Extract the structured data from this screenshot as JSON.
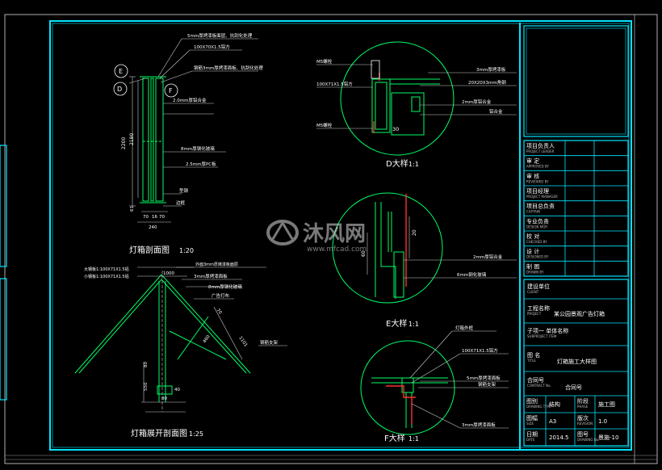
{
  "colors": {
    "background": "#000000",
    "frame": "#00e5ff",
    "geometry": "#00ff66",
    "text": "#ffffff",
    "accent": "#ff3030",
    "dimension": "#aaaaaa"
  },
  "watermark": {
    "brand": "沐风网",
    "url": "www.mfcad.com"
  },
  "section1": {
    "title": "灯箱剖面图",
    "scale": "1:20",
    "callouts": [
      "5mm厚烤漆板面层、抗刮化处理",
      "100X70X1.5铝方",
      "钢筋3mm厚烤漆面板、抗刮化处理",
      "2.0mm厚铝合金",
      "8mm厚钢化玻璃",
      "2.5mm厚PC板",
      "型钢",
      "边框"
    ],
    "tags": {
      "E": "E",
      "D": "D",
      "F": "F"
    },
    "dims": [
      "2200",
      "2180",
      "70",
      "16",
      "70",
      "61",
      "240"
    ]
  },
  "section2": {
    "title": "灯箱展开剖面图",
    "scale": "1:25",
    "callouts": [
      "大钢板1:100X71X1.5铝",
      "小钢板1:100X71X1.5铝",
      "外面3mm厚烤漆板面层",
      "3mm厚烤漆面板",
      "8mm厚钢化玻璃",
      "广告灯布",
      "钢筋支架"
    ],
    "dims": [
      "1000",
      "80",
      "550",
      "80",
      "40",
      "70",
      "1101",
      "460"
    ]
  },
  "detailD": {
    "title": "D大样",
    "scale": "1:1",
    "callouts": [
      "M5螺栓",
      "100X71X1.5铝方",
      "M5螺栓",
      "3mm厚烤漆板",
      "20X20X3mm角钢",
      "2mm厚铝合金",
      "铝合金"
    ],
    "dims": [
      "30"
    ]
  },
  "detailE": {
    "title": "E大样",
    "scale": "1:1",
    "callouts": [
      "2mm厚铝合金",
      "6mm钢化玻璃"
    ],
    "dims": [
      "20",
      "60"
    ]
  },
  "detailF": {
    "title": "F大样",
    "scale": "1:1",
    "callouts": [
      "灯箱外框",
      "100X71X1.5铝方",
      "5mm厚烤漆面板",
      "钢筋支架",
      "3mm厚烤漆面板"
    ]
  },
  "titleblock": {
    "roles": [
      {
        "cn": "项目负责人",
        "en": "PROJECT LEADER"
      },
      {
        "cn": "审 定",
        "en": "APPROVED BY"
      },
      {
        "cn": "审 核",
        "en": "REVIEWED BY"
      },
      {
        "cn": "项目经理",
        "en": "PROJECT MANAGER"
      },
      {
        "cn": "项目总负责",
        "en": "CAPTAIN"
      },
      {
        "cn": "专业负责",
        "en": "DESIGN MGR"
      },
      {
        "cn": "校 对",
        "en": "CHECKED BY"
      },
      {
        "cn": "设 计",
        "en": "DESIGNED BY"
      },
      {
        "cn": "制 图",
        "en": "DRAWN BY"
      }
    ],
    "unit": {
      "cn": "建设单位",
      "en": "CLIENT"
    },
    "project": {
      "cn": "工程名称",
      "en": "PROJECT",
      "value": "某公园景观广告灯箱"
    },
    "item": {
      "cn": "子项一 单体名称",
      "en": "SUBPROJECT ITEM",
      "value": ""
    },
    "drawing": {
      "cn": "图 名",
      "en": "TITLE",
      "value": "灯箱施工大样图"
    },
    "contract": {
      "cn": "合同号",
      "en": "CONTRACT No.",
      "value": "合同号"
    },
    "meta": [
      {
        "cn": "图别",
        "en": "DRAWING TYPE",
        "value": "结构",
        "cn2": "阶段",
        "en2": "PHASE",
        "value2": "施工图"
      },
      {
        "cn": "图幅",
        "en": "SIZE",
        "value": "A3",
        "cn2": "版次",
        "en2": "REVISION",
        "value2": "1.0"
      },
      {
        "cn": "日期",
        "en": "DATE",
        "value": "2014.5",
        "cn2": "图号",
        "en2": "DRAWING No.",
        "value2": "景施-10"
      }
    ]
  }
}
